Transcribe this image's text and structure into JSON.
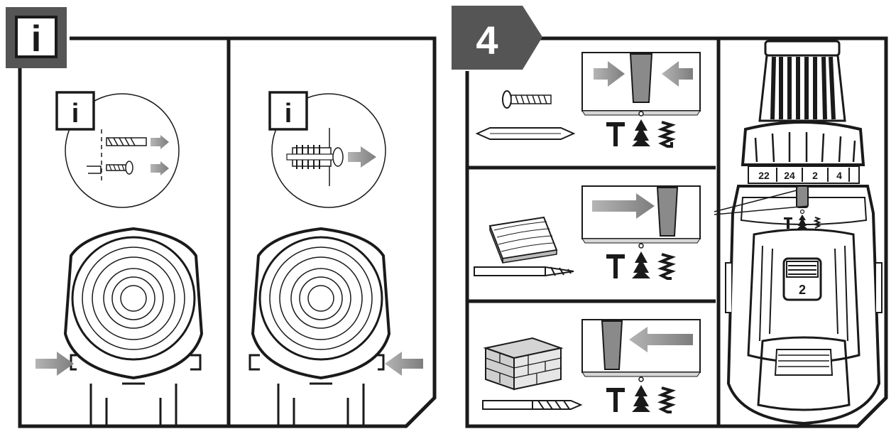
{
  "left_section": {
    "info_label": "i",
    "inset_left_info_label": "i",
    "inset_right_info_label": "i"
  },
  "right_section": {
    "step_number": "4",
    "mode_icons": [
      "hammer-mode-icon",
      "screw-mode-icon",
      "drill-mode-icon"
    ],
    "dial_labels": [
      "22",
      "24",
      "2",
      "4"
    ],
    "gear_selector_value": "2",
    "materials": [
      "screw-and-bit",
      "wood-and-wood-bit",
      "masonry-and-masonry-bit"
    ]
  },
  "colors": {
    "badge_fill": "#555555",
    "arrow_fill": "#8f8f8f",
    "line": "#1a1a1a"
  }
}
